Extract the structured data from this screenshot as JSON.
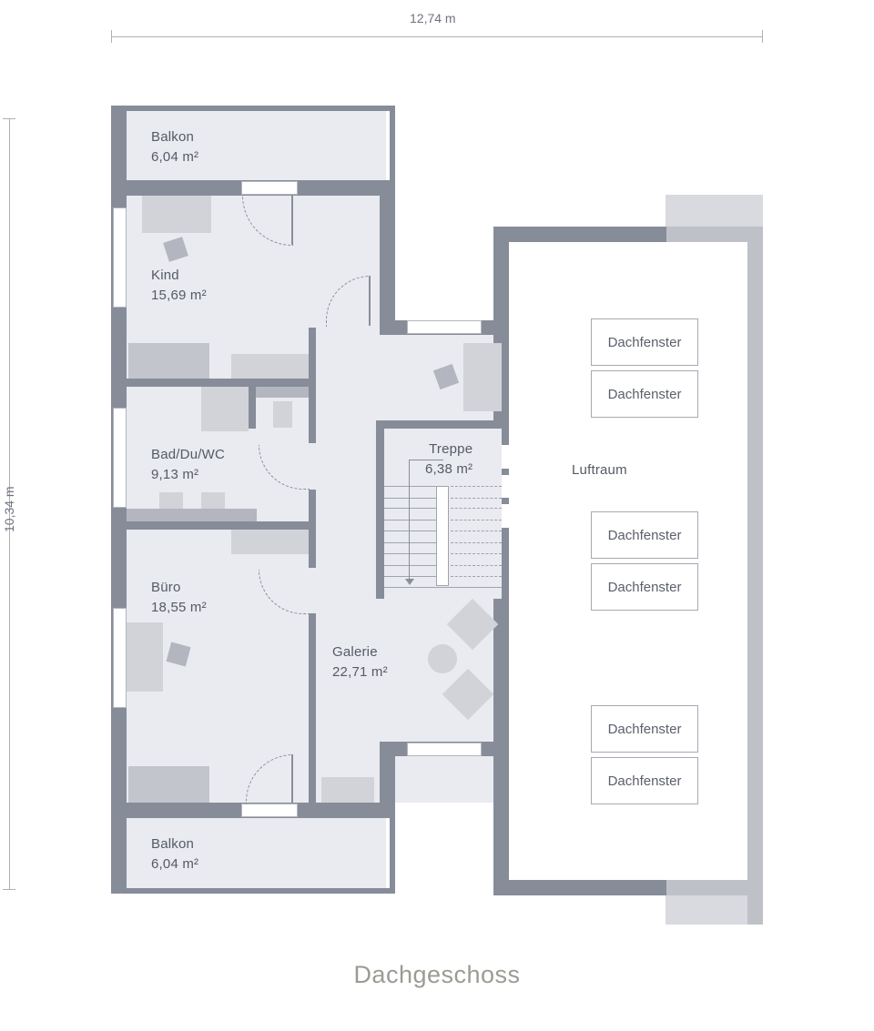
{
  "plan": {
    "title": "Dachgeschoss",
    "dimensions": {
      "width": "12,74 m",
      "depth": "10,34 m"
    },
    "rooms": [
      {
        "name": "Balkon",
        "area": "6,04 m²"
      },
      {
        "name": "Kind",
        "area": "15,69 m²"
      },
      {
        "name": "Bad/Du/WC",
        "area": "9,13 m²"
      },
      {
        "name": "Büro",
        "area": "18,55 m²"
      },
      {
        "name": "Balkon",
        "area": "6,04 m²"
      },
      {
        "name": "Treppe",
        "area": "6,38 m²"
      },
      {
        "name": "Galerie",
        "area": "22,71 m²"
      },
      {
        "name": "Luftraum",
        "area": ""
      }
    ],
    "skylights": [
      "Dachfenster",
      "Dachfenster",
      "Dachfenster",
      "Dachfenster",
      "Dachfenster",
      "Dachfenster"
    ],
    "colors": {
      "wall": "#878c99",
      "floor": "#e9ebf0",
      "furniture": "#d1d3d9",
      "roof": "#d9dadf",
      "title": "#9b9b95"
    }
  }
}
